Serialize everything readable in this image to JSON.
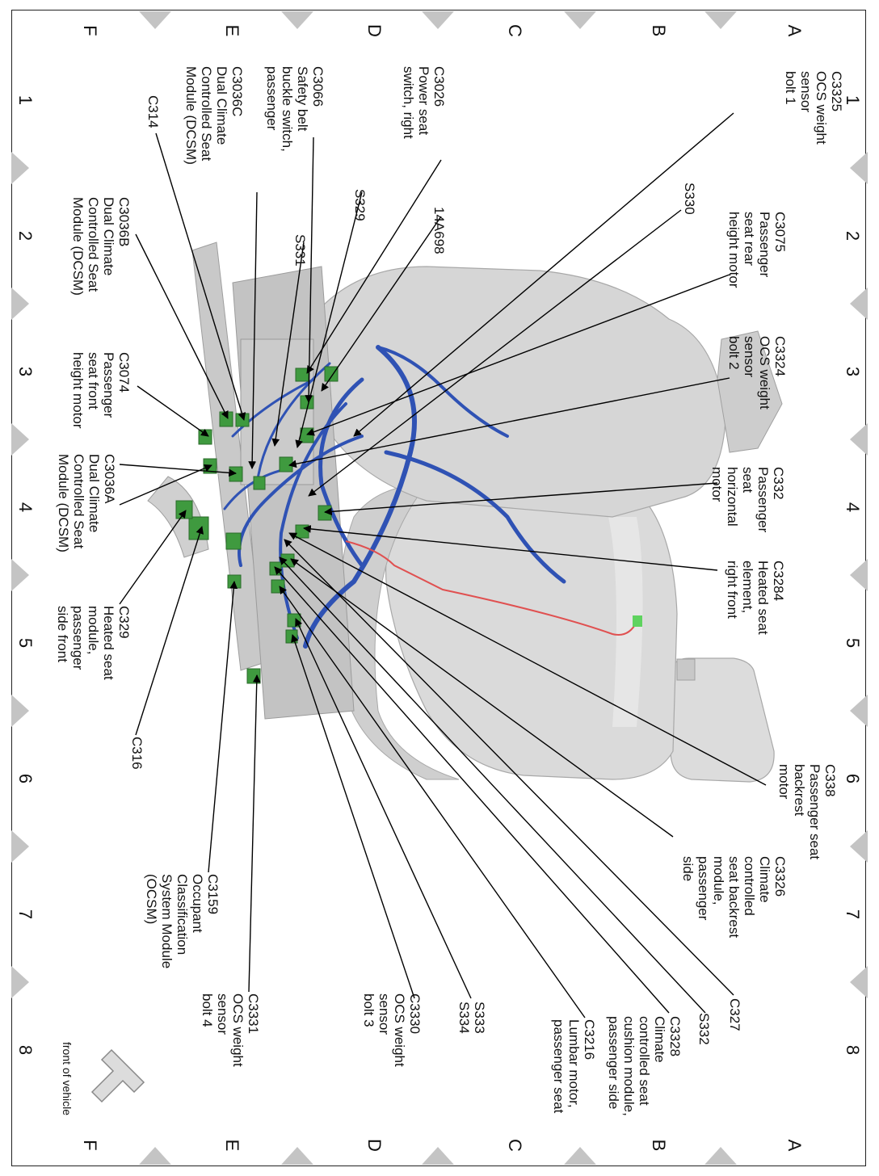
{
  "grid": {
    "columns": [
      "1",
      "2",
      "3",
      "4",
      "5",
      "6",
      "7",
      "8"
    ],
    "rows": [
      "A",
      "B",
      "C",
      "D",
      "E",
      "F"
    ]
  },
  "front_of_vehicle_label": "front of vehicle",
  "colors": {
    "seat": "#d9d9d9",
    "harness": "#2f52b4",
    "connector": "#3f9a3f",
    "heater_wire": "#e05050",
    "border_triangles": "#c4c4c4"
  },
  "callouts": [
    {
      "id": "c3325",
      "lines": [
        "C3325",
        "OCS weight",
        "sensor",
        "bolt 1"
      ]
    },
    {
      "id": "s330",
      "lines": [
        "S330"
      ]
    },
    {
      "id": "c3075",
      "lines": [
        "C3075",
        "Passenger",
        "seat rear",
        "height motor"
      ]
    },
    {
      "id": "c3324",
      "lines": [
        "C3324",
        "OCS weight",
        "sensor",
        "bolt 2"
      ]
    },
    {
      "id": "c332",
      "lines": [
        "C332",
        "Passenger",
        "seat",
        "horizontal",
        "motor"
      ]
    },
    {
      "id": "c3284",
      "lines": [
        "C3284",
        "Heated seat",
        "element,",
        "right front"
      ]
    },
    {
      "id": "c338",
      "lines": [
        "C338",
        "Passenger seat",
        "backrest",
        "motor"
      ]
    },
    {
      "id": "c3326",
      "lines": [
        "C3326",
        "Climate",
        "controlled",
        "seat backrest",
        "module,",
        "passenger",
        "side"
      ]
    },
    {
      "id": "c327",
      "lines": [
        "C327"
      ]
    },
    {
      "id": "s332",
      "lines": [
        "S332"
      ]
    },
    {
      "id": "c3328",
      "lines": [
        "C3328",
        "Climate",
        "controlled seat",
        "cushion module,",
        "passenger side"
      ]
    },
    {
      "id": "c3216",
      "lines": [
        "C3216",
        "Lumbar motor,",
        "passenger seat"
      ]
    },
    {
      "id": "s333",
      "lines": [
        "S333",
        "S334"
      ]
    },
    {
      "id": "c3330",
      "lines": [
        "C3330",
        "OCS weight",
        "sensor",
        "bolt 3"
      ]
    },
    {
      "id": "c3331",
      "lines": [
        "C3331",
        "OCS weight",
        "sensor",
        "bolt 4"
      ]
    },
    {
      "id": "c3159",
      "lines": [
        "C3159",
        "Occupant",
        "Classification",
        "System Module",
        "(OCSM)"
      ]
    },
    {
      "id": "c316",
      "lines": [
        "C316"
      ]
    },
    {
      "id": "c329",
      "lines": [
        "C329",
        "Heated seat",
        "module,",
        "passenger",
        "side front"
      ]
    },
    {
      "id": "c3036a",
      "lines": [
        "C3036A",
        "Dual Climate",
        "Controlled Seat",
        "Module (DCSM)"
      ]
    },
    {
      "id": "c3074",
      "lines": [
        "C3074",
        "Passenger",
        "seat front",
        "height motor"
      ]
    },
    {
      "id": "c3036b",
      "lines": [
        "C3036B",
        "Dual Climate",
        "Controlled Seat",
        "Module (DCSM)"
      ]
    },
    {
      "id": "c314",
      "lines": [
        "C314"
      ]
    },
    {
      "id": "c3036c",
      "lines": [
        "C3036C",
        "Dual Climate",
        "Controlled Seat",
        "Module (DCSM)"
      ]
    },
    {
      "id": "c3066",
      "lines": [
        "C3066",
        "Safety belt",
        "buckle switch,",
        "passenger"
      ]
    },
    {
      "id": "s329",
      "lines": [
        "S329"
      ]
    },
    {
      "id": "s331",
      "lines": [
        "S331"
      ]
    },
    {
      "id": "c3026",
      "lines": [
        "C3026",
        "Power seat",
        "switch, right"
      ]
    },
    {
      "id": "14a698",
      "lines": [
        "14A698"
      ]
    }
  ]
}
